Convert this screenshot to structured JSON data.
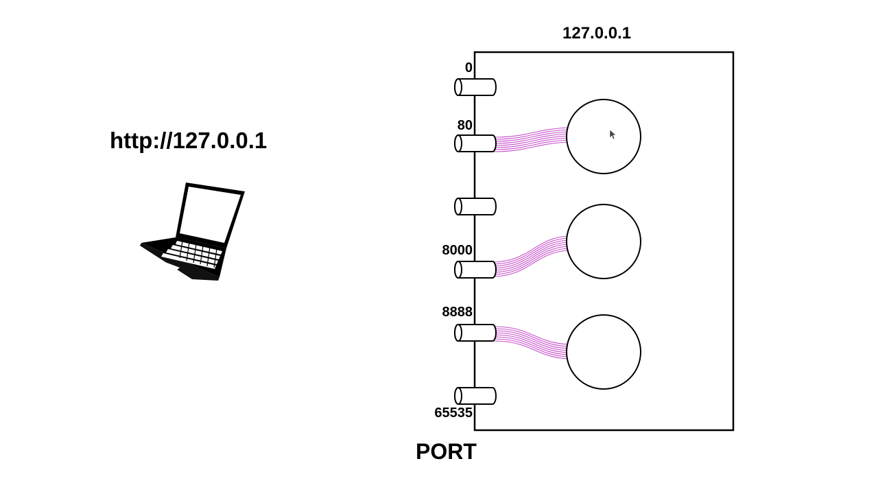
{
  "url": {
    "text": "http://127.0.0.1"
  },
  "host": {
    "label": "127.0.0.1"
  },
  "port_axis": {
    "title": "PORT"
  },
  "ports": [
    {
      "number": "0"
    },
    {
      "number": "80",
      "connected": true
    },
    {
      "number": ""
    },
    {
      "number": "8000",
      "connected": true
    },
    {
      "number": "8888",
      "connected": true
    },
    {
      "number": "65535"
    }
  ],
  "colors": {
    "line": "#000000",
    "wire": "#c44fc8",
    "background": "#ffffff"
  },
  "icons": {
    "client": "laptop-icon",
    "cursor": "cursor-icon"
  }
}
